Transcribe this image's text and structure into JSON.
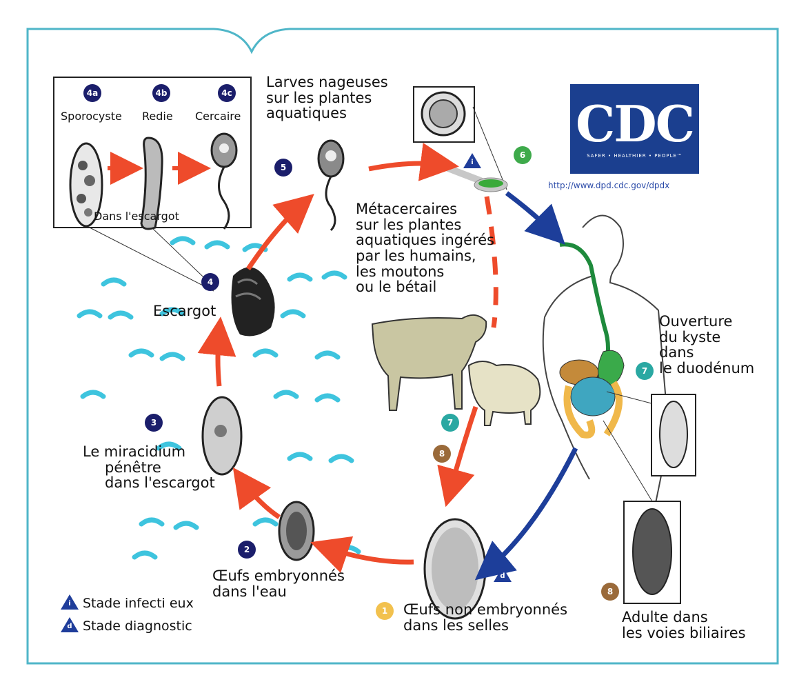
{
  "stages": {
    "s4a": {
      "badge": "4a",
      "label": "Sporocyste"
    },
    "s4b": {
      "badge": "4b",
      "label": "Redie"
    },
    "s4c": {
      "badge": "4c",
      "label": "Cercaire"
    },
    "inset_caption": "Dans l'escargot",
    "s5": {
      "badge": "5",
      "label": [
        "Larves nageuses",
        "sur les plantes",
        "aquatiques"
      ]
    },
    "s6": {
      "badge": "6"
    },
    "s6_text": [
      "Métacercaires",
      "sur les plantes",
      "aquatiques ingérés",
      "par les humains,",
      "les moutons",
      "ou le bétail"
    ],
    "s4": {
      "badge": "4",
      "label": "Escargot"
    },
    "s3": {
      "badge": "3",
      "label": [
        "Le miracidium",
        "pénêtre",
        "dans l'escargot"
      ]
    },
    "s2": {
      "badge": "2",
      "label": [
        "Œufs embryonnés",
        "dans l'eau"
      ]
    },
    "s1": {
      "badge": "1",
      "label": [
        "Œufs non embryonnés",
        "dans les selles"
      ]
    },
    "s7_human": {
      "badge": "7",
      "label": [
        "Ouverture",
        "du kyste",
        "dans",
        "le duodénum"
      ]
    },
    "s7_animal": {
      "badge": "7"
    },
    "s8_animal": {
      "badge": "8"
    },
    "s8_human": {
      "badge": "8",
      "label": [
        "Adulte dans",
        "les voies biliaires"
      ]
    }
  },
  "legend": {
    "infective": {
      "symbol": "i",
      "label": "Stade infecti eux"
    },
    "diagnostic": {
      "symbol": "d",
      "label": "Stade diagnostic"
    }
  },
  "markers": {
    "infective_symbol": "i",
    "diagnostic_symbol": "d"
  },
  "cdc": {
    "letters": "CDC",
    "tagline": "SAFER • HEALTHIER • PEOPLE™",
    "url": "http://www.dpd.cdc.gov/dpdx"
  },
  "colors": {
    "frame": "#4fb6c8",
    "arrow_red": "#ee4b2b",
    "arrow_blue": "#1d3e9a",
    "water": "#3ec4de",
    "cdc_blue": "#1b3f8f"
  }
}
